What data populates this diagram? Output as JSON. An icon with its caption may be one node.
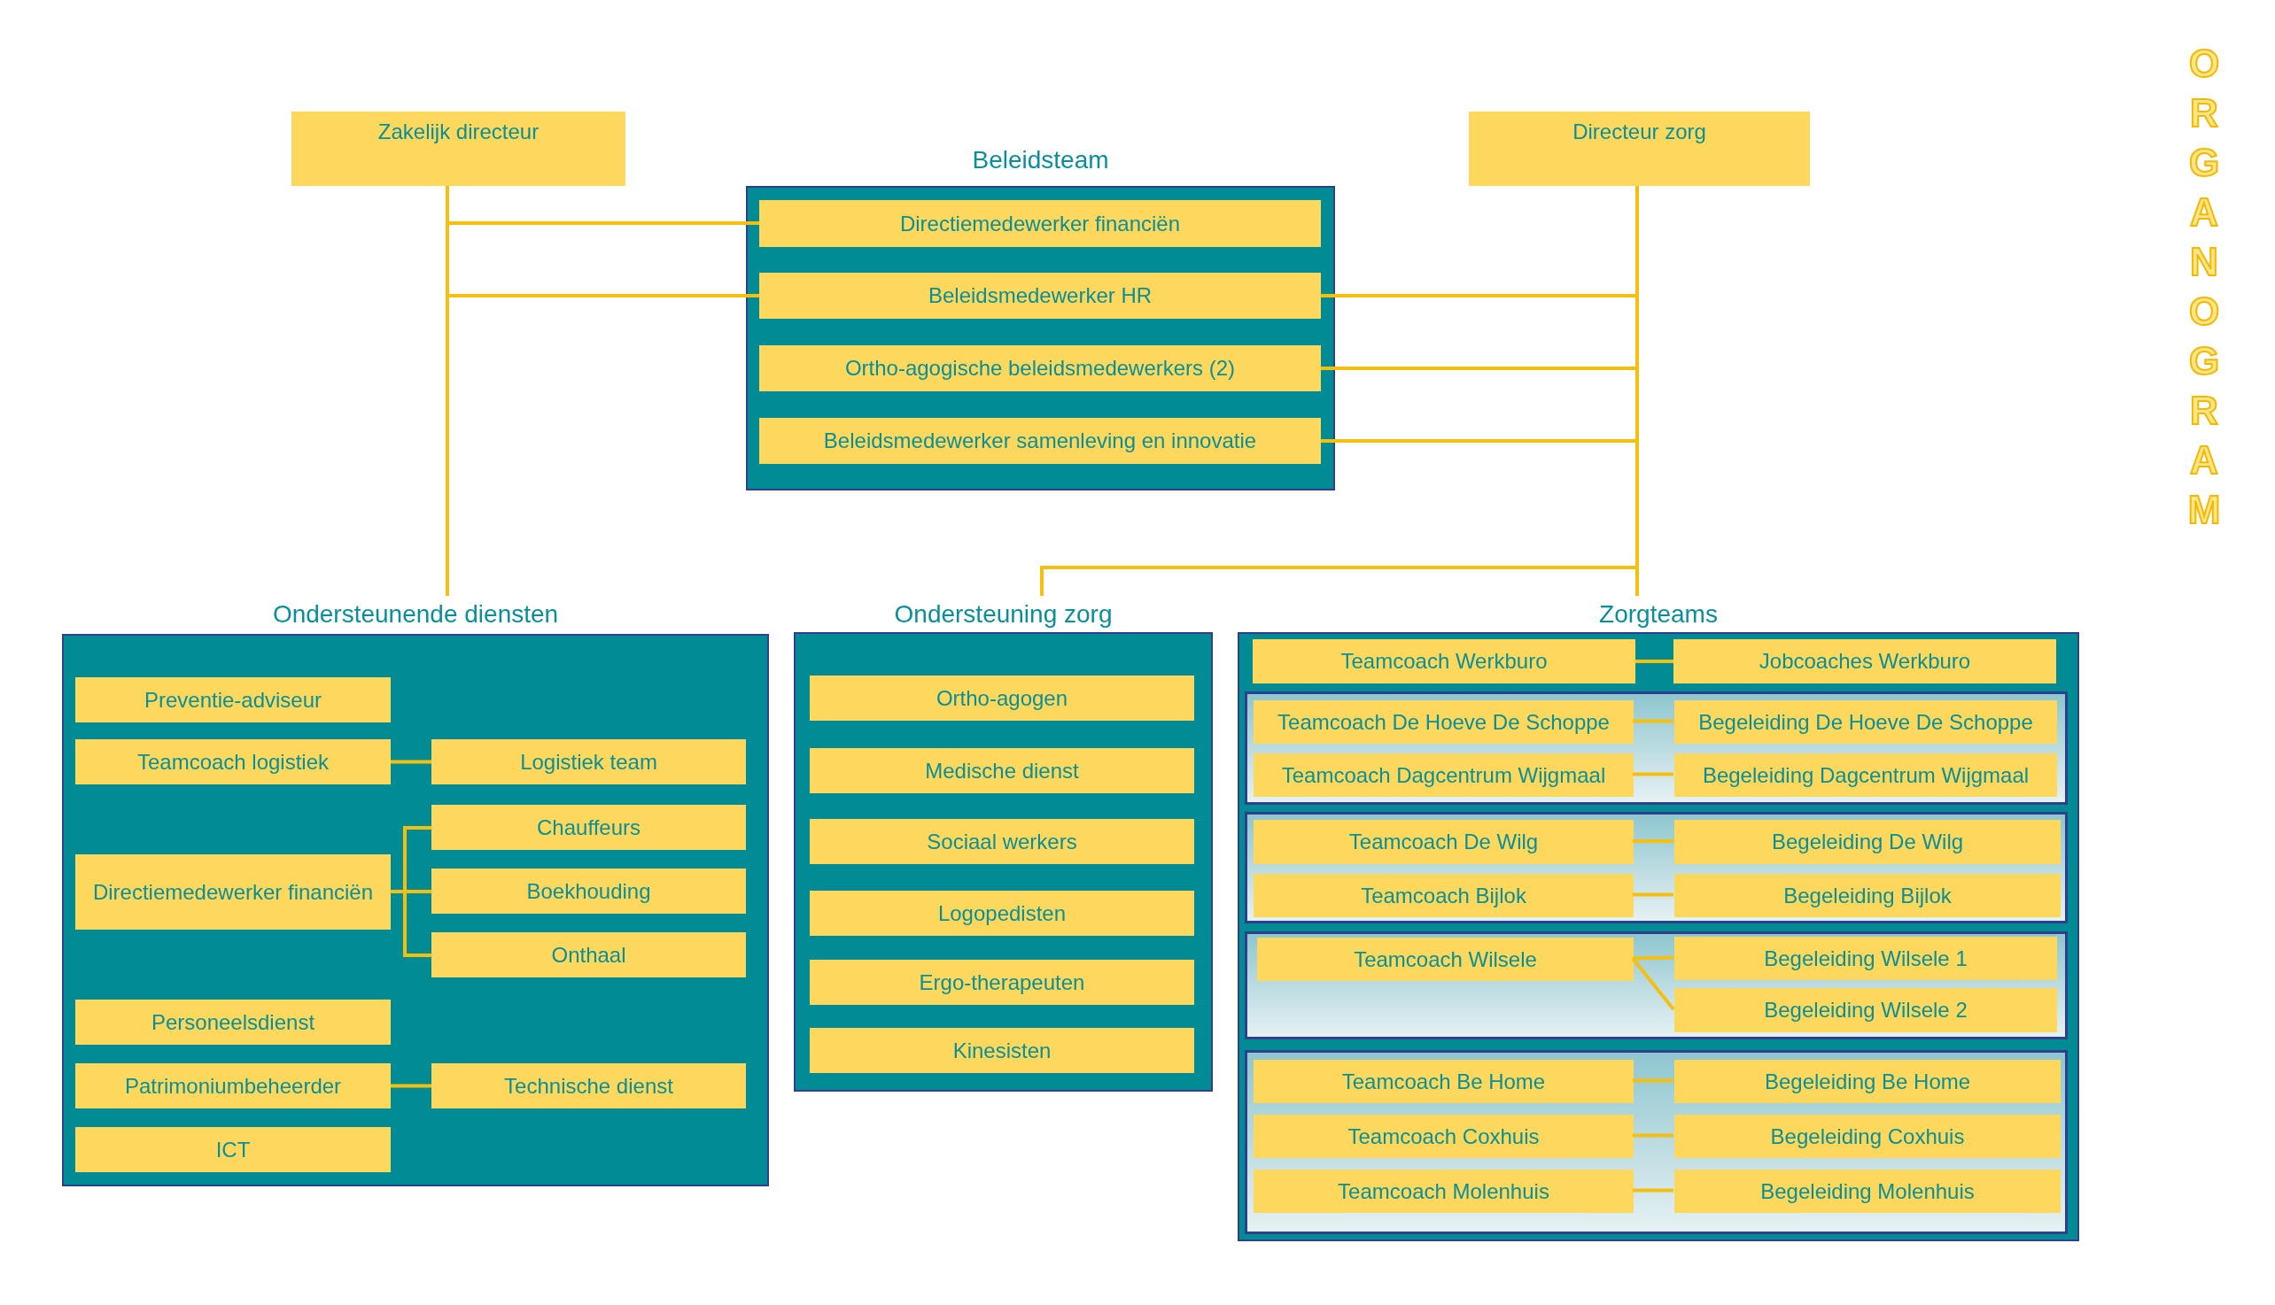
{
  "diagram": {
    "nodes": [
      {
        "text": [
          "Zakelijk directeur"
        ]
      },
      {
        "text": [
          "Directeur zorg"
        ]
      },
      {
        "text": [
          "Beleidsteam"
        ]
      },
      {
        "text": [
          "Directiemedewerker financiën"
        ],
        "in": 2
      },
      {
        "text": [
          "Beleidsmedewerker HR"
        ],
        "in": 2
      },
      {
        "text": [
          "Ortho-agogische beleidsmedewerkers (2)"
        ],
        "in": 2
      },
      {
        "text": [
          "Beleidsmedewerker samenleving en innovatie"
        ],
        "in": 2
      },
      {
        "text": [
          "Ondersteunende diensten"
        ]
      },
      {
        "text": [
          "Preventie-adviseur"
        ],
        "in": 7
      },
      {
        "text": [
          "Teamcoach logistiek"
        ],
        "in": 7
      },
      {
        "text": [
          "Logistiek team"
        ],
        "in": 7
      },
      {
        "text": [
          "Chauffeurs"
        ],
        "in": 7
      },
      {
        "text": [
          "Directiemedewerker financiën"
        ],
        "in": 7
      },
      {
        "text": [
          "Boekhouding"
        ],
        "in": 7
      },
      {
        "text": [
          "Onthaal"
        ],
        "in": 7
      },
      {
        "text": [
          "Personeelsdienst"
        ],
        "in": 7
      },
      {
        "text": [
          "Patrimoniumbeheerder"
        ],
        "in": 7
      },
      {
        "text": [
          "Technische dienst"
        ],
        "in": 7
      },
      {
        "text": [
          "ICT"
        ],
        "in": 7
      },
      {
        "text": [
          "Ondersteuning zorg"
        ]
      },
      {
        "text": [
          "Ortho-agogen"
        ],
        "in": 19
      },
      {
        "text": [
          "Medische dienst"
        ],
        "in": 19
      },
      {
        "text": [
          "Sociaal werkers"
        ],
        "in": 19
      },
      {
        "text": [
          "Logopedisten"
        ],
        "in": 19
      },
      {
        "text": [
          "Ergo-therapeuten"
        ],
        "in": 19
      },
      {
        "text": [
          "Kinesisten"
        ],
        "in": 19
      },
      {
        "text": [
          "Zorgteams"
        ]
      },
      {
        "text": [
          "Teamcoach Werkburo"
        ],
        "in": 26
      },
      {
        "text": [
          "Jobcoaches Werkburo"
        ],
        "in": 26
      },
      {
        "text": [],
        "shape": "box",
        "in": 26
      },
      {
        "text": [
          "Teamcoach De Hoeve De Schoppe"
        ],
        "in": 29
      },
      {
        "text": [
          "Begeleiding De Hoeve De Schoppe"
        ],
        "in": 29
      },
      {
        "text": [
          "Teamcoach Dagcentrum Wijgmaal"
        ],
        "in": 29
      },
      {
        "text": [
          "Begeleiding Dagcentrum Wijgmaal"
        ],
        "in": 29
      },
      {
        "text": [],
        "shape": "box",
        "in": 26
      },
      {
        "text": [
          "Teamcoach De Wilg"
        ],
        "in": 34
      },
      {
        "text": [
          "Begeleiding De Wilg"
        ],
        "in": 34
      },
      {
        "text": [
          "Teamcoach Bijlok"
        ],
        "in": 34
      },
      {
        "text": [
          "Begeleiding Bijlok"
        ],
        "in": 34
      },
      {
        "text": [],
        "shape": "box",
        "in": 26
      },
      {
        "text": [
          "Teamcoach Wilsele"
        ],
        "in": 39
      },
      {
        "text": [
          "Begeleiding Wilsele 1"
        ],
        "in": 39
      },
      {
        "text": [
          "Begeleiding Wilsele 2"
        ],
        "in": 39
      },
      {
        "text": [],
        "shape": "box",
        "in": 26
      },
      {
        "text": [
          "Teamcoach Be Home"
        ],
        "in": 43
      },
      {
        "text": [
          "Begeleiding Be Home"
        ],
        "in": 43
      },
      {
        "text": [
          "Teamcoach Coxhuis"
        ],
        "in": 43
      },
      {
        "text": [
          "Begeleiding Coxhuis"
        ],
        "in": 43
      },
      {
        "text": [
          "Teamcoach Molenhuis"
        ],
        "in": 43
      },
      {
        "text": [
          "Begeleiding Molenhuis"
        ],
        "in": 43
      }
    ],
    "edges": [
      {
        "from": 0,
        "to": 3,
        "arrow": "none"
      },
      {
        "from": 0,
        "to": 4,
        "arrow": "none"
      },
      {
        "from": 0,
        "to": 7,
        "arrow": "none"
      },
      {
        "from": 1,
        "to": 4,
        "arrow": "none"
      },
      {
        "from": 1,
        "to": 5,
        "arrow": "none"
      },
      {
        "from": 1,
        "to": 6,
        "arrow": "none"
      },
      {
        "from": 1,
        "to": 26,
        "arrow": "none"
      },
      {
        "from": 1,
        "to": 19,
        "arrow": "none"
      },
      {
        "from": 9,
        "to": 10,
        "arrow": "none"
      },
      {
        "from": 12,
        "to": 11,
        "arrow": "none"
      },
      {
        "from": 12,
        "to": 13,
        "arrow": "none"
      },
      {
        "from": 12,
        "to": 14,
        "arrow": "none"
      },
      {
        "from": 16,
        "to": 17,
        "arrow": "none"
      },
      {
        "from": 27,
        "to": 28,
        "arrow": "none"
      },
      {
        "from": 30,
        "to": 31,
        "arrow": "none"
      },
      {
        "from": 32,
        "to": 33,
        "arrow": "none"
      },
      {
        "from": 35,
        "to": 36,
        "arrow": "none"
      },
      {
        "from": 37,
        "to": 38,
        "arrow": "none"
      },
      {
        "from": 40,
        "to": 41,
        "arrow": "none"
      },
      {
        "from": 40,
        "to": 42,
        "arrow": "none"
      },
      {
        "from": 44,
        "to": 45,
        "arrow": "none"
      },
      {
        "from": 46,
        "to": 47,
        "arrow": "none"
      },
      {
        "from": 48,
        "to": 49,
        "arrow": "none"
      }
    ],
    "labels": [
      "ORGANOGRAM"
    ]
  }
}
